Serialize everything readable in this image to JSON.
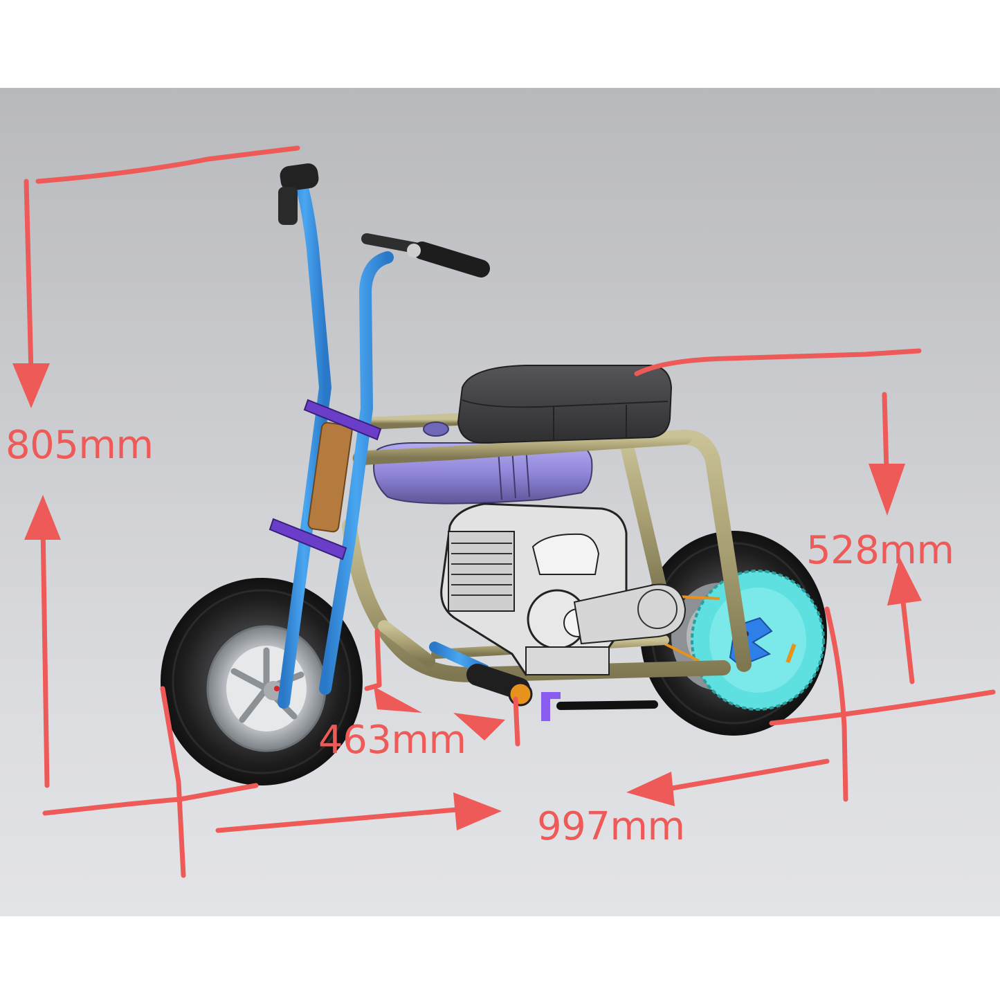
{
  "figure": {
    "subject": "Mini bike CAD model with overall dimensions",
    "background": {
      "viewport_top": "#b8b9bd",
      "viewport_bottom": "#e3e4e7",
      "page": "#ffffff"
    },
    "annotation_color": "#ee5a57"
  },
  "dimensions": {
    "overall_height": {
      "label": "805mm",
      "value": 805,
      "unit": "mm",
      "orientation": "vertical",
      "position": "left"
    },
    "seat_height": {
      "label": "528mm",
      "value": 528,
      "unit": "mm",
      "orientation": "vertical",
      "position": "right"
    },
    "ground_clearance_to_footpeg": {
      "label": "463mm",
      "value": 463,
      "unit": "mm",
      "orientation": "horizontal",
      "position": "lower-middle"
    },
    "overall_length": {
      "label": "997mm",
      "value": 997,
      "unit": "mm",
      "orientation": "horizontal",
      "position": "bottom"
    }
  },
  "components": {
    "frame": {
      "name": "frame",
      "color": "#a89f72"
    },
    "fork": {
      "name": "front fork / handlebar tubes",
      "color": "#3d96e6"
    },
    "fork_clamps": {
      "name": "triple clamps",
      "color": "#6a3ec9"
    },
    "head_tube": {
      "name": "head tube",
      "color": "#b47a3e"
    },
    "fuel_tank": {
      "name": "fuel tank",
      "color": "#8f86d9"
    },
    "seat": {
      "name": "seat",
      "color": "#3d3d3f"
    },
    "engine": {
      "name": "engine",
      "color": "#e2e2e2"
    },
    "tires": {
      "name": "tires",
      "color": "#1e1e1f"
    },
    "rear_sprocket": {
      "name": "rear sprocket / brake disc",
      "color": "#5fe0e0"
    },
    "chain_guard_plate": {
      "name": "rear axle plate",
      "color": "#2f7fe8"
    },
    "footpeg_end": {
      "name": "footpeg end cap",
      "color": "#e8921e"
    },
    "kickstand": {
      "name": "kickstand",
      "color": "#8b5cf0"
    },
    "chain": {
      "name": "chain",
      "color": "#e8921e"
    }
  }
}
